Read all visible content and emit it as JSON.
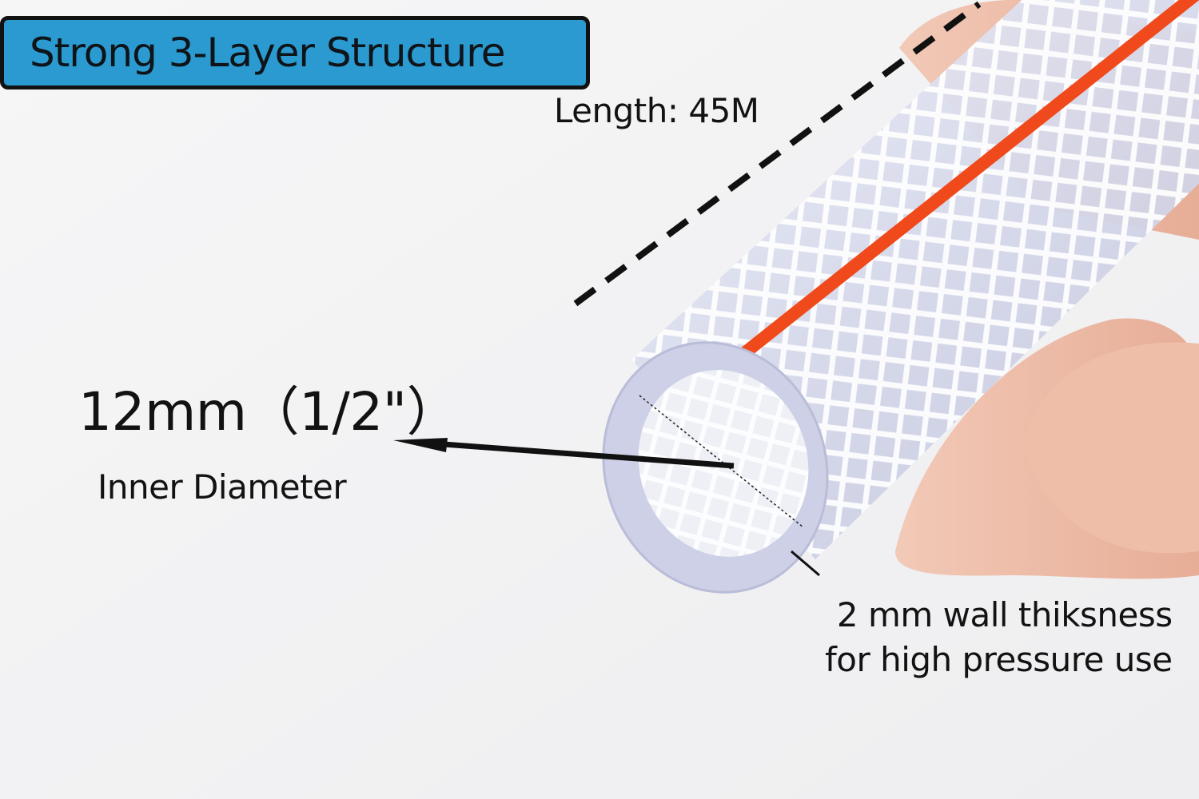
{
  "banner": {
    "title": "Strong 3-Layer Structure"
  },
  "annotations": {
    "length": "Length: 45M",
    "diameter_value": "12mm（1/2\"）",
    "diameter_caption": "Inner Diameter",
    "wall_line1": "2 mm wall thiksness",
    "wall_line2": "for high pressure use"
  },
  "colors": {
    "banner_fill": "#2b9ad0",
    "hose_stripe": "#f04a1c",
    "hose_body": "#d9dcee",
    "background": "#f3f3f4"
  },
  "icons": {
    "dimension_arrow": "arrow-left-icon",
    "length_guide": "dashed-line-icon"
  }
}
